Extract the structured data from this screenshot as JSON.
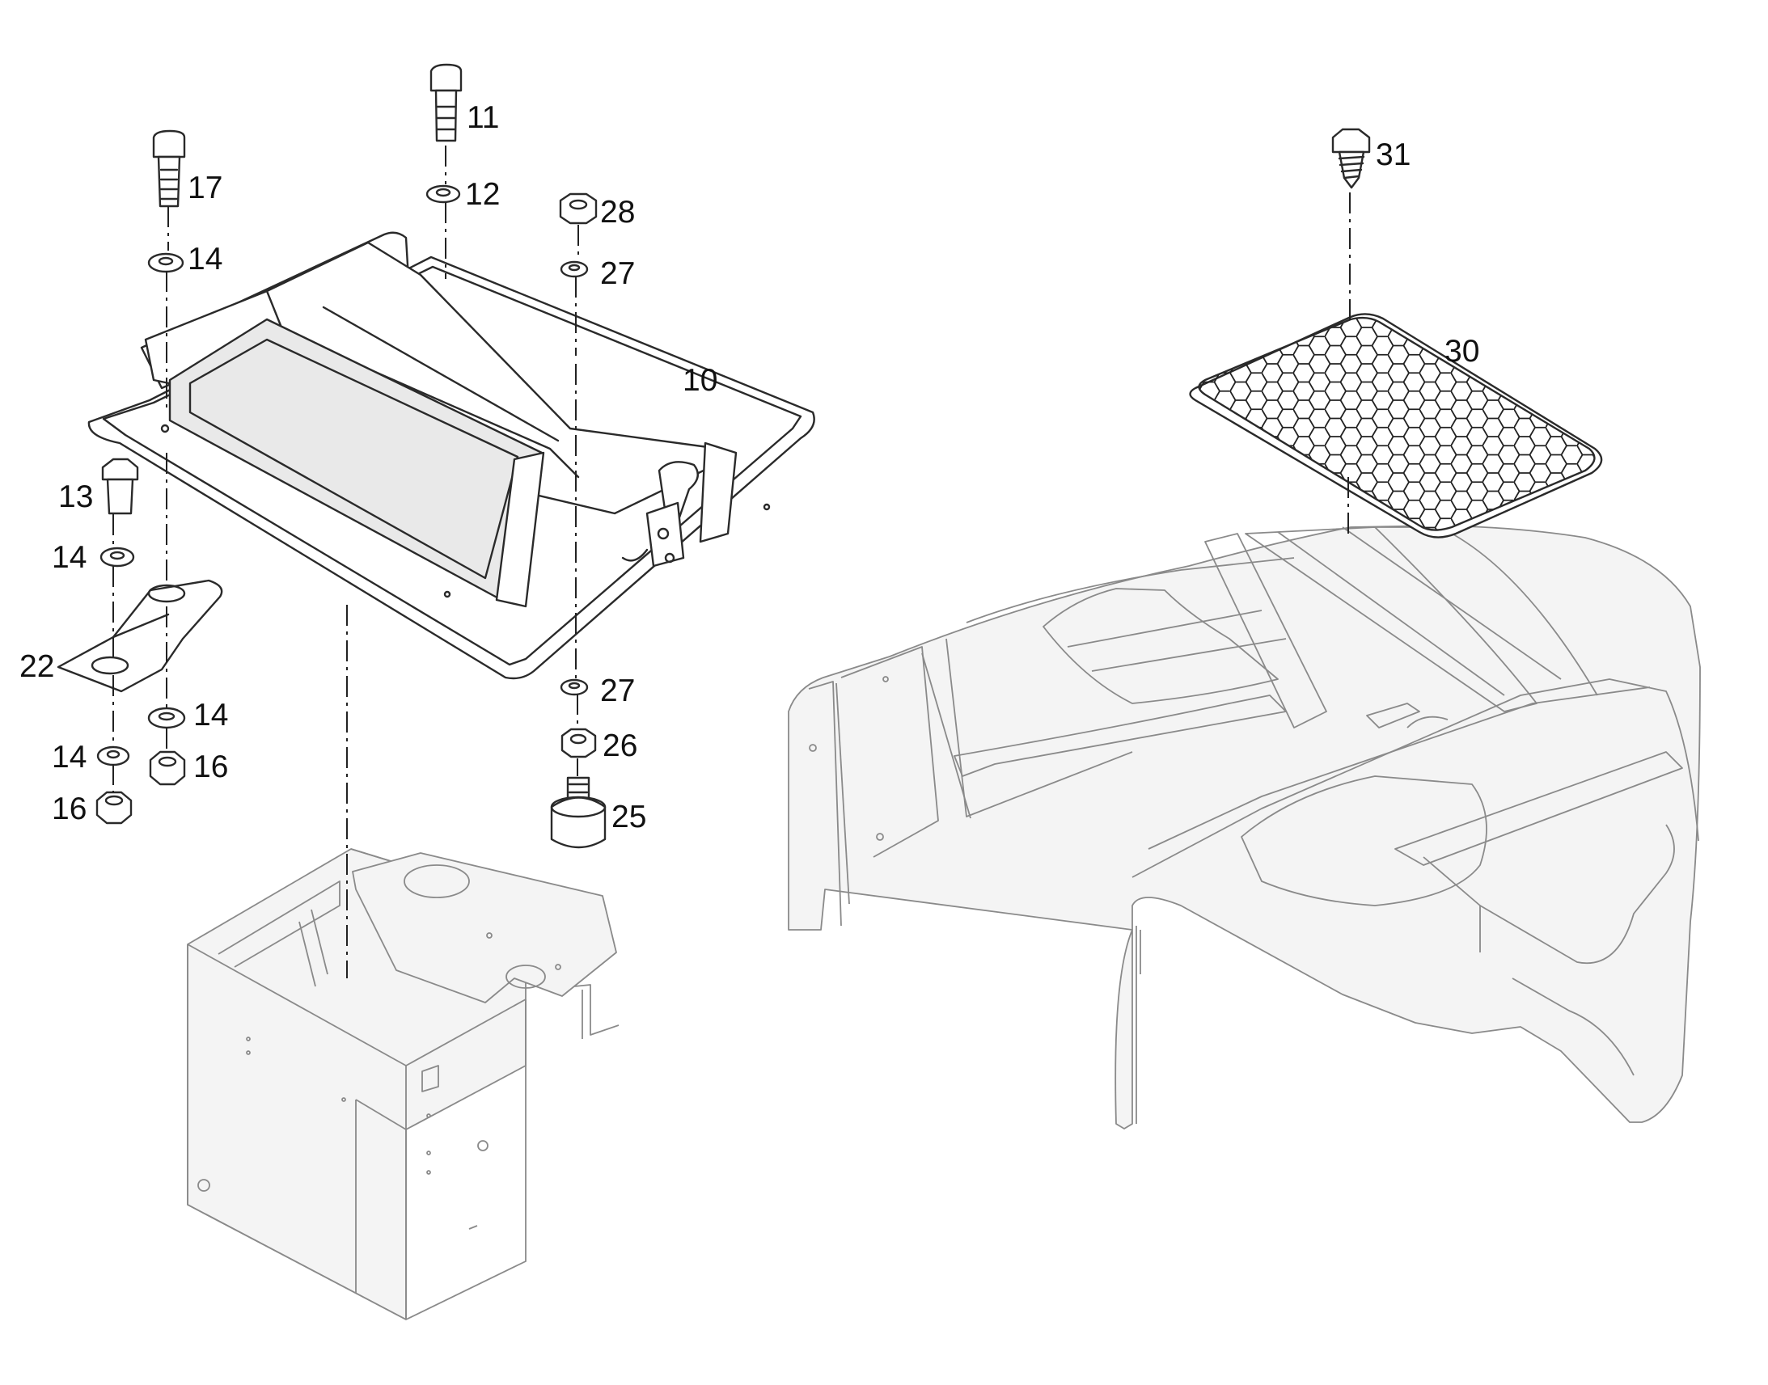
{
  "callouts": [
    {
      "id": "c11",
      "text": "11"
    },
    {
      "id": "c17",
      "text": "17"
    },
    {
      "id": "c12",
      "text": "12"
    },
    {
      "id": "c28",
      "text": "28"
    },
    {
      "id": "c14a",
      "text": "14"
    },
    {
      "id": "c27a",
      "text": "27"
    },
    {
      "id": "c10",
      "text": "10"
    },
    {
      "id": "c13",
      "text": "13"
    },
    {
      "id": "c14b",
      "text": "14"
    },
    {
      "id": "c22",
      "text": "22"
    },
    {
      "id": "c27b",
      "text": "27"
    },
    {
      "id": "c14c",
      "text": "14"
    },
    {
      "id": "c26",
      "text": "26"
    },
    {
      "id": "c14d",
      "text": "14"
    },
    {
      "id": "c16a",
      "text": "16"
    },
    {
      "id": "c25",
      "text": "25"
    },
    {
      "id": "c16b",
      "text": "16"
    },
    {
      "id": "c31",
      "text": "31"
    },
    {
      "id": "c30",
      "text": "30"
    }
  ],
  "colors": {
    "line": "#2a2a2a",
    "ghost_line": "#8a8a8a",
    "background": "#ffffff"
  }
}
